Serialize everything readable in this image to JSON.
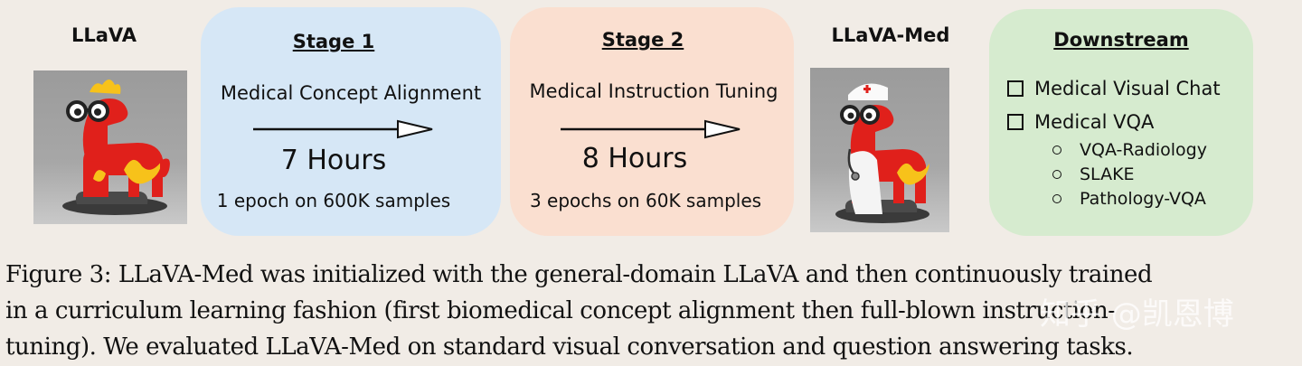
{
  "left_model": {
    "label": "LLaVA"
  },
  "stage1": {
    "title": "Stage 1",
    "description": "Medical Concept Alignment",
    "duration": "7 Hours",
    "samples": "1 epoch on 600K samples"
  },
  "stage2": {
    "title": "Stage 2",
    "description": "Medical Instruction Tuning",
    "duration": "8 Hours",
    "samples": "3 epochs on 60K samples"
  },
  "right_model": {
    "label": "LLaVA-Med"
  },
  "downstream": {
    "title": "Downstream",
    "items": [
      "Medical Visual Chat",
      "Medical VQA"
    ],
    "subitems": [
      "VQA-Radiology",
      "SLAKE",
      "Pathology-VQA"
    ]
  },
  "caption": {
    "lines": [
      "Figure 3: LLaVA-Med was initialized with the general-domain LLaVA and then continuously trained",
      "in a curriculum learning fashion (first biomedical concept alignment then full-blown instruction-",
      "tuning). We evaluated LLaVA-Med on standard visual conversation and question answering tasks."
    ]
  },
  "watermark": {
    "text": "知乎 @凯恩博"
  },
  "colors": {
    "page_bg": "#f1ece6",
    "stage1_bg": "#d6e7f6",
    "stage2_bg": "#fadfd0",
    "downstream_bg": "#d6ebcf",
    "llama_red": "#e0201b",
    "flame_yellow": "#f7c21a"
  }
}
